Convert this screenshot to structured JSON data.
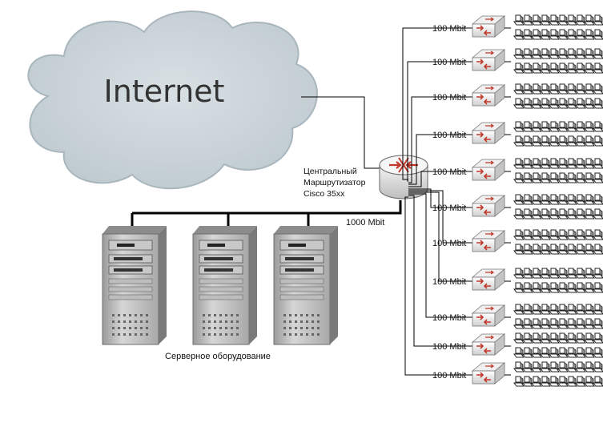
{
  "cloud": {
    "label": "Internet"
  },
  "router": {
    "line1": "Центральный",
    "line2": "Маршрутизатор",
    "line3": "Cisco 35xx"
  },
  "server_link_label": "1000 Mbit",
  "servers": {
    "caption": "Серверное оборудование",
    "count": 3
  },
  "switch_link_label": "100 Mbit",
  "switches": {
    "count": 11
  },
  "computers_per_switch": 10,
  "colors": {
    "cloud_fill": "#c9d3d9",
    "cloud_stroke": "#a9b6bd",
    "line": "#000000",
    "switch_red": "#c0392b",
    "server_body": "#b8b8b8"
  }
}
